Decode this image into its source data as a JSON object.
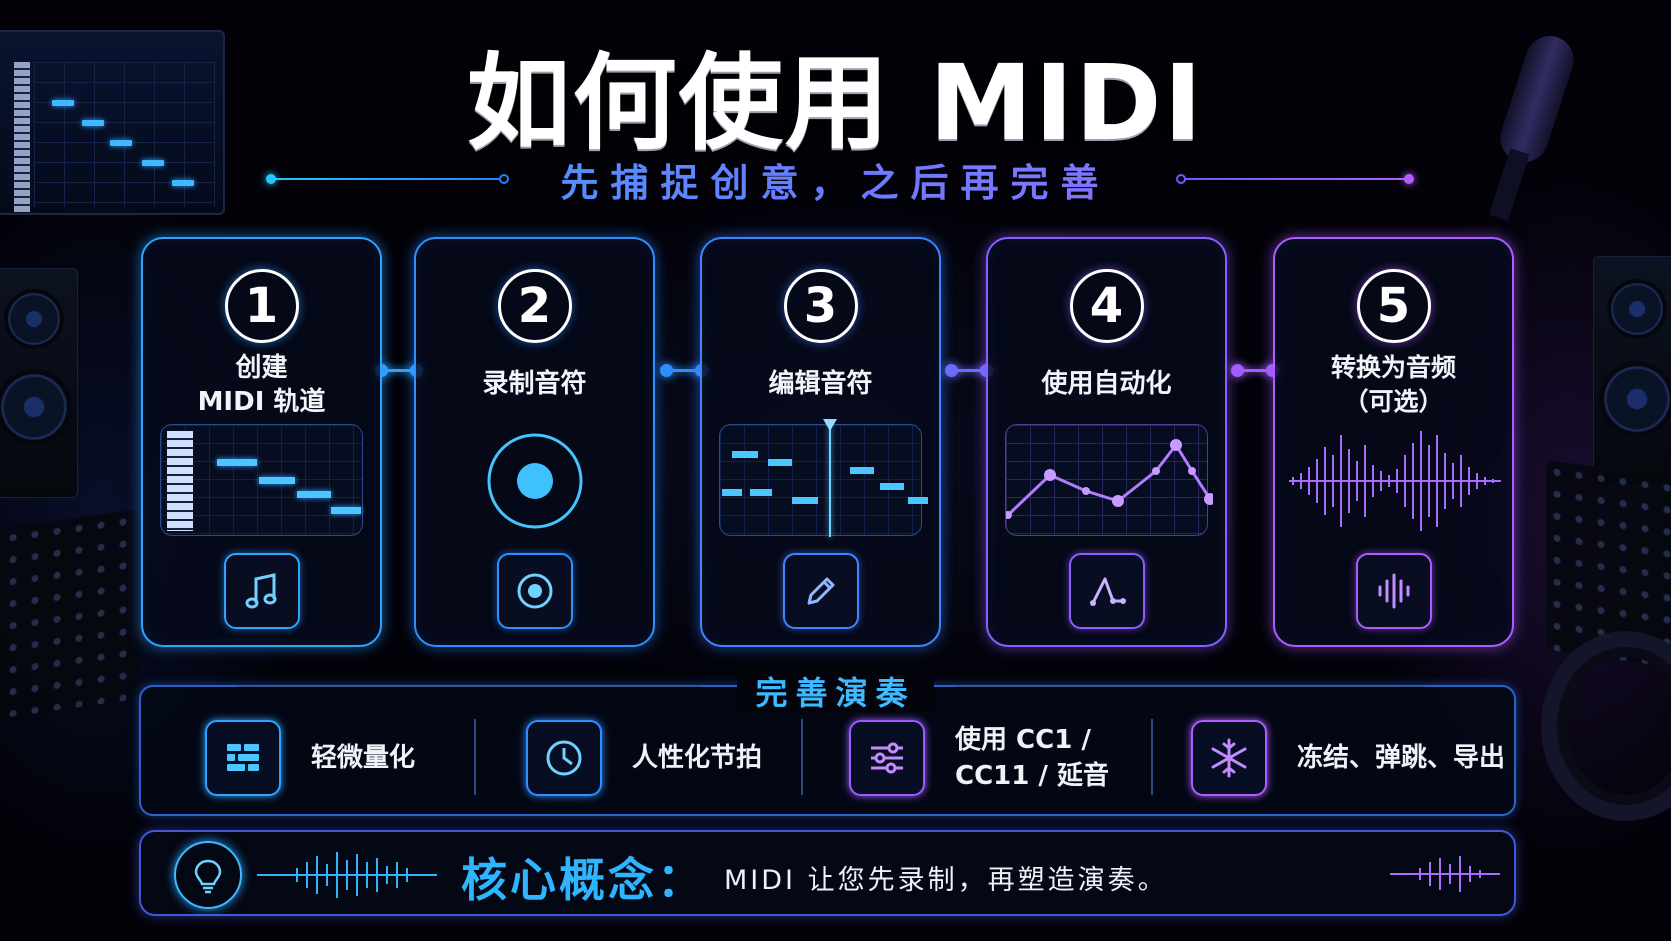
{
  "header": {
    "title": "如何使用 MIDI",
    "subtitle": "先捕捉创意，之后再完善"
  },
  "steps": [
    {
      "number": "1",
      "label_line1": "创建",
      "label_line2": "MIDI 轨道",
      "icon": "music-note-icon",
      "visual": "piano-roll"
    },
    {
      "number": "2",
      "label_line1": "录制音符",
      "label_line2": "",
      "icon": "record-icon",
      "visual": "record-button"
    },
    {
      "number": "3",
      "label_line1": "编辑音符",
      "label_line2": "",
      "icon": "pencil-icon",
      "visual": "note-editor"
    },
    {
      "number": "4",
      "label_line1": "使用自动化",
      "label_line2": "",
      "icon": "automation-curve-icon",
      "visual": "automation-graph"
    },
    {
      "number": "5",
      "label_line1": "转换为音频",
      "label_line2": "（可选）",
      "icon": "audio-waveform-icon",
      "visual": "waveform"
    }
  ],
  "refine": {
    "title": "完善演奏",
    "items": [
      {
        "label_line1": "轻微量化",
        "label_line2": "",
        "icon": "quantize-grid-icon"
      },
      {
        "label_line1": "人性化节拍",
        "label_line2": "",
        "icon": "clock-icon"
      },
      {
        "label_line1": "使用 CC1 /",
        "label_line2": "CC11 / 延音",
        "icon": "sliders-icon"
      },
      {
        "label_line1": "冻结、弹跳、导出",
        "label_line2": "",
        "icon": "snowflake-icon"
      }
    ]
  },
  "concept": {
    "key": "核心概念：",
    "text": "MIDI 让您先录制，再塑造演奏。",
    "icon": "lightbulb-icon"
  },
  "colors": {
    "cyan": "#27c0ff",
    "blue": "#2a7dff",
    "indigo": "#5d6bff",
    "violet": "#9a5cff",
    "purple": "#b55dff"
  }
}
